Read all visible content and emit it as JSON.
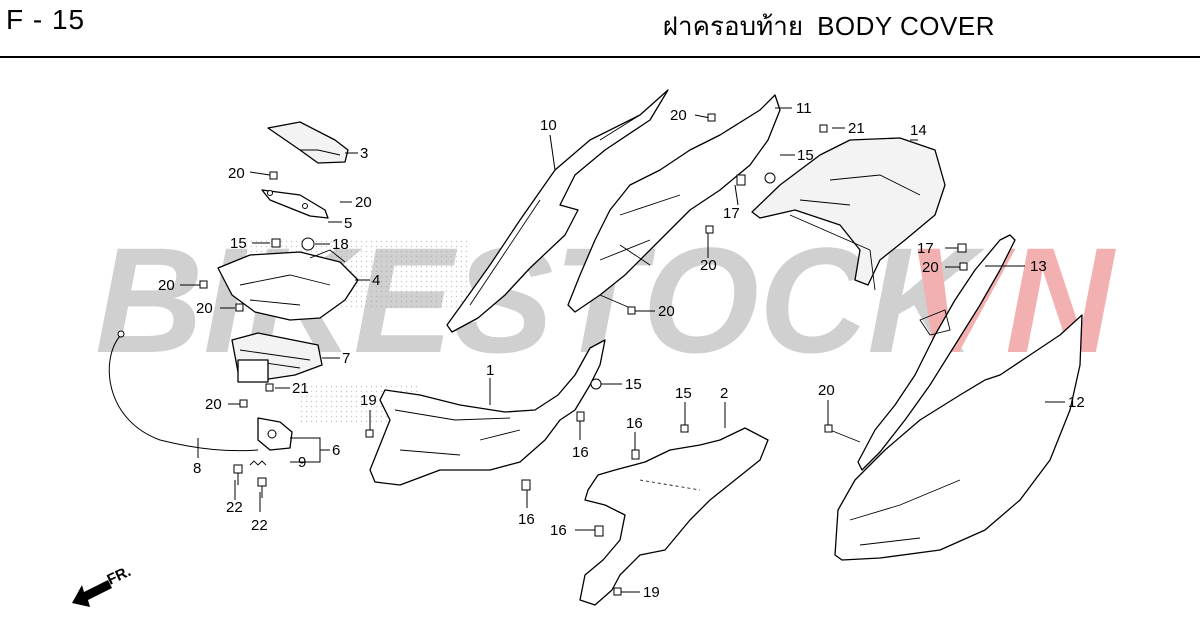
{
  "header": {
    "page_code": "F - 15",
    "title_thai": "ฝาครอบท้าย",
    "title_en": "BODY COVER"
  },
  "watermark": {
    "text_main": "BIKESTOCK",
    "text_accent": "VN",
    "color_main": "#c8c8c8",
    "color_accent": "#f2a3a3"
  },
  "direction_marker": {
    "label": "FR."
  },
  "callouts": [
    "3",
    "20",
    "20",
    "5",
    "15",
    "18",
    "4",
    "20",
    "20",
    "7",
    "21",
    "20",
    "6",
    "9",
    "8",
    "22",
    "22",
    "10",
    "20",
    "11",
    "15",
    "17",
    "20",
    "20",
    "21",
    "14",
    "1",
    "15",
    "19",
    "16",
    "15",
    "2",
    "16",
    "16",
    "19",
    "17",
    "20",
    "13",
    "20",
    "12"
  ]
}
